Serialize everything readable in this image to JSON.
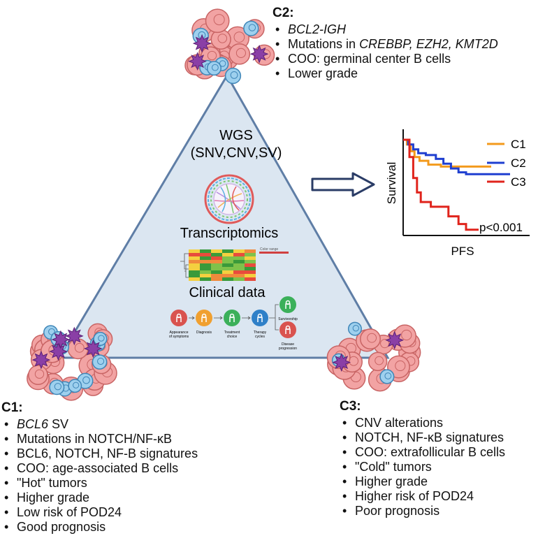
{
  "center": {
    "wgs_line1": "WGS",
    "wgs_line2": "(SNV,CNV,SV)",
    "transcriptomics": "Transcriptomics",
    "clinical": "Clinical data",
    "heatmap_legend": "Color range",
    "steps": [
      {
        "label1": "Appearance",
        "label2": "of symptoms",
        "color": "#d9534f"
      },
      {
        "label1": "Diagnosis",
        "label2": "",
        "color": "#f0a030"
      },
      {
        "label1": "Treatment",
        "label2": "choice",
        "color": "#3bb05a"
      },
      {
        "label1": "Therapy",
        "label2": "cycles",
        "color": "#2f80c8"
      },
      {
        "label1": "Survivorship",
        "label2": "",
        "color": "#3bb05a"
      },
      {
        "label1": "Disease",
        "label2": "progression",
        "color": "#d9534f"
      }
    ]
  },
  "clusters": {
    "c1": {
      "title": "C1:",
      "items": [
        {
          "italic": "BCL6",
          "rest": " SV"
        },
        {
          "italic": "",
          "rest": "Mutations in NOTCH/NF-κB"
        },
        {
          "italic": "",
          "rest": "BCL6, NOTCH, NF-B signatures"
        },
        {
          "italic": "",
          "rest": "COO: age-associated B cells"
        },
        {
          "italic": "",
          "rest": "\"Hot\" tumors"
        },
        {
          "italic": "",
          "rest": "Higher grade"
        },
        {
          "italic": "",
          "rest": "Low risk of POD24"
        },
        {
          "italic": "",
          "rest": "Good prognosis"
        }
      ]
    },
    "c2": {
      "title": "C2:",
      "item1": "BCL2-IGH",
      "item2_prefix": "Mutations in ",
      "item2_genes": "CREBBP, EZH2, KMT2D",
      "item3": "COO: germinal center B cells",
      "item4": "Lower grade"
    },
    "c3": {
      "title": "C3:",
      "items": [
        "CNV alterations",
        "NOTCH, NF-κB signatures",
        "COO: extrafollicular B cells",
        "\"Cold\" tumors",
        "Higher grade",
        "Higher risk of POD24",
        "Poor prognosis"
      ]
    }
  },
  "chart_data": {
    "type": "line",
    "xlabel": "PFS",
    "ylabel": "Survival",
    "annotation": "p<0.001",
    "legend_placement": "right",
    "series": [
      {
        "name": "C1",
        "color": "#f39a1c",
        "points": [
          [
            0,
            1.0
          ],
          [
            0.03,
            0.95
          ],
          [
            0.06,
            0.88
          ],
          [
            0.09,
            0.82
          ],
          [
            0.13,
            0.78
          ],
          [
            0.2,
            0.74
          ],
          [
            0.3,
            0.72
          ],
          [
            0.4,
            0.72
          ],
          [
            0.5,
            0.72
          ],
          [
            0.7,
            0.72
          ]
        ]
      },
      {
        "name": "C2",
        "color": "#1f3fd0",
        "points": [
          [
            0,
            1.0
          ],
          [
            0.04,
            0.95
          ],
          [
            0.08,
            0.9
          ],
          [
            0.12,
            0.86
          ],
          [
            0.18,
            0.84
          ],
          [
            0.26,
            0.8
          ],
          [
            0.32,
            0.75
          ],
          [
            0.38,
            0.7
          ],
          [
            0.44,
            0.66
          ],
          [
            0.5,
            0.64
          ],
          [
            0.6,
            0.64
          ],
          [
            0.85,
            0.64
          ]
        ]
      },
      {
        "name": "C3",
        "color": "#e0241c",
        "points": [
          [
            0,
            1.0
          ],
          [
            0.05,
            0.82
          ],
          [
            0.08,
            0.6
          ],
          [
            0.11,
            0.45
          ],
          [
            0.14,
            0.35
          ],
          [
            0.22,
            0.3
          ],
          [
            0.3,
            0.3
          ],
          [
            0.36,
            0.2
          ],
          [
            0.44,
            0.12
          ],
          [
            0.5,
            0.06
          ],
          [
            0.6,
            0.06
          ]
        ]
      }
    ]
  }
}
